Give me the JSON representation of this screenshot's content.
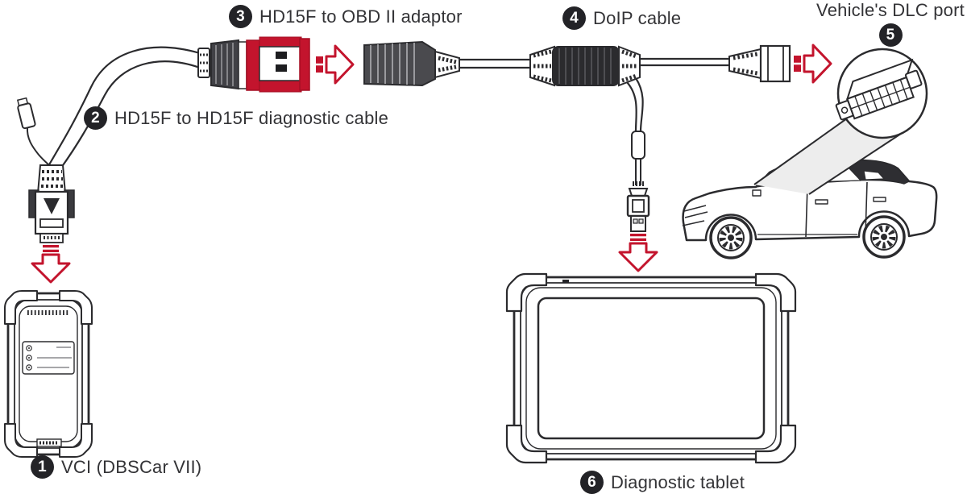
{
  "colors": {
    "accent_red": "#c3142d",
    "line": "#2b2b2e",
    "badge_background": "#232327",
    "badge_text": "#ffffff",
    "label_text": "#333336",
    "callout_wedge_fill": "#ededed"
  },
  "callouts": {
    "vci": {
      "number": "1",
      "label": "VCI (DBSCar VII)"
    },
    "diag_cable": {
      "number": "2",
      "label": "HD15F to HD15F diagnostic cable"
    },
    "obd_adaptor": {
      "number": "3",
      "label": "HD15F to OBD II adaptor"
    },
    "doip_cable": {
      "number": "4",
      "label": "DoIP cable"
    },
    "dlc_port": {
      "number": "5",
      "label": "Vehicle's DLC port"
    },
    "tablet": {
      "number": "6",
      "label": "Diagnostic tablet"
    }
  }
}
